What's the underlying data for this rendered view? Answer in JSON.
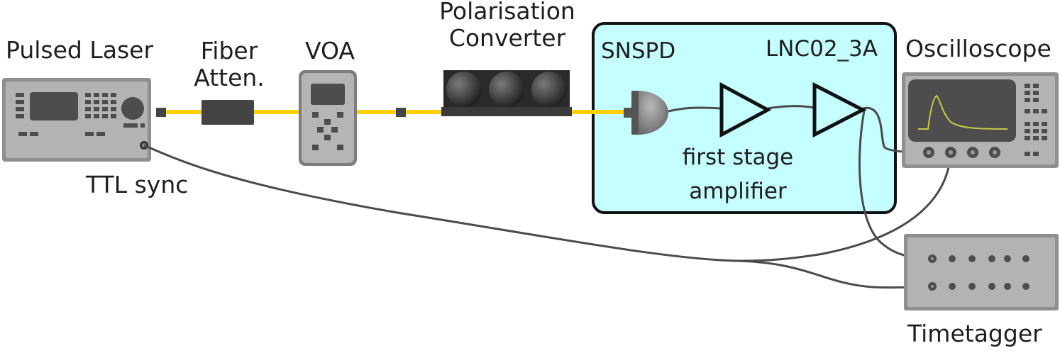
{
  "labels": {
    "pulsed_laser": "Pulsed Laser",
    "fiber_atten_line1": "Fiber",
    "fiber_atten_line2": "Atten.",
    "voa": "VOA",
    "polarisation_line1": "Polarisation",
    "polarisation_line2": "Converter",
    "snspd": "SNSPD",
    "lnc": "LNC02_3A",
    "oscilloscope": "Oscilloscope",
    "ttl_sync": "TTL sync",
    "first_stage_line1": "first stage",
    "first_stage_line2": "amplifier",
    "timetagger": "Timetagger"
  },
  "colors": {
    "fiber": "#ffd000",
    "cryostat_fill": "#c4feff",
    "cable": "#4a4a4a",
    "device_body": "#a9a9a9",
    "scope_trace": "#c8c84a"
  },
  "icons": {
    "laser": "function-generator-icon",
    "attenuator": "fiber-attenuator-icon",
    "voa": "handheld-voa-icon",
    "polarisation": "paddle-polarisation-controller-icon",
    "detector": "snspd-detector-icon",
    "amplifier": "amplifier-triangle-icon",
    "oscilloscope": "oscilloscope-icon",
    "timetagger": "timetagger-box-icon"
  }
}
